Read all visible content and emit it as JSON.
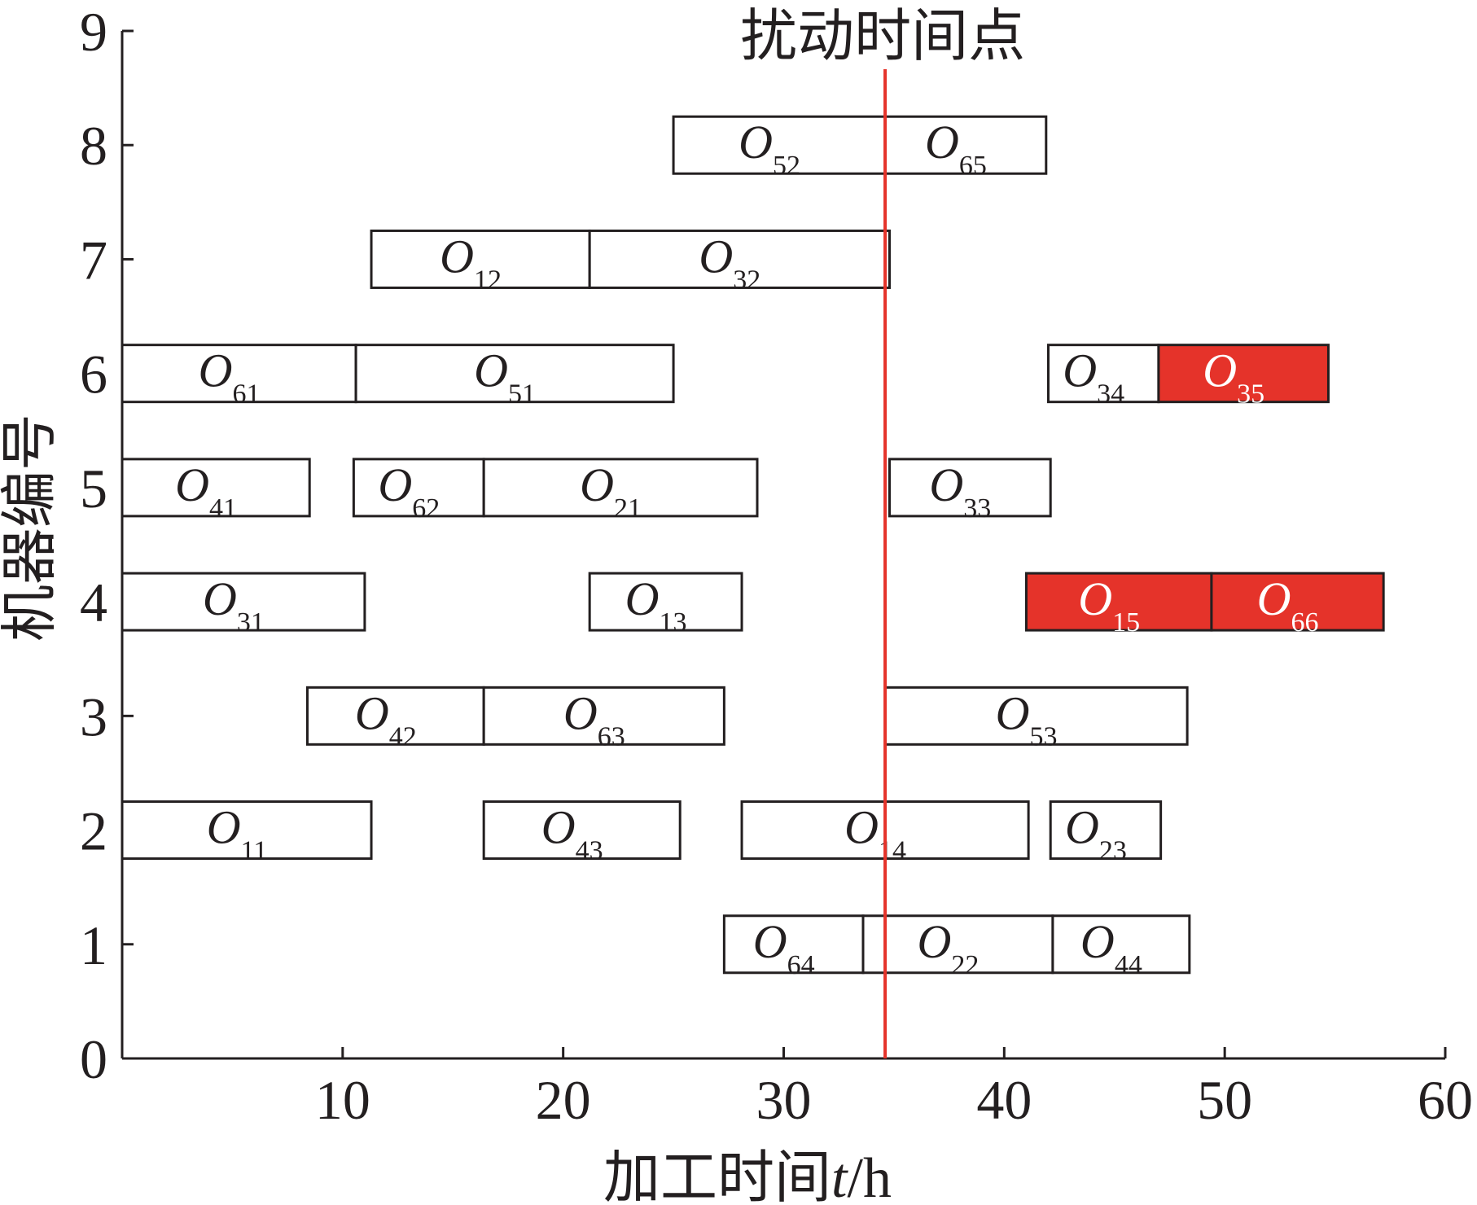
{
  "chart_data": {
    "type": "gantt",
    "xlabel_main": "加工时间",
    "xlabel_var": "t",
    "xlabel_unit": "/h",
    "ylabel": "机器编号",
    "xlim": [
      0,
      60
    ],
    "ylim": [
      0,
      9
    ],
    "xticks": [
      "10",
      "20",
      "30",
      "40",
      "50",
      "60"
    ],
    "xtick_values": [
      10,
      20,
      30,
      40,
      50,
      60
    ],
    "yticks": [
      "0",
      "1",
      "2",
      "3",
      "4",
      "5",
      "6",
      "7",
      "8",
      "9"
    ],
    "grid": false,
    "disturbance": {
      "x": 34.6,
      "label": "扰动时间点",
      "color": "#e5332a"
    },
    "operation_letter": "O",
    "colors": {
      "normal": "#ffffff",
      "affected": "#e5332a",
      "border": "#231f20"
    },
    "operations": [
      {
        "machine": 8,
        "start": 25.0,
        "end": 34.6,
        "job": "52",
        "affected": false
      },
      {
        "machine": 8,
        "start": 34.6,
        "end": 41.9,
        "job": "65",
        "affected": false
      },
      {
        "machine": 7,
        "start": 11.3,
        "end": 21.2,
        "job": "12",
        "affected": false
      },
      {
        "machine": 7,
        "start": 21.2,
        "end": 34.8,
        "job": "32",
        "affected": false
      },
      {
        "machine": 6,
        "start": 0.0,
        "end": 10.6,
        "job": "61",
        "affected": false
      },
      {
        "machine": 6,
        "start": 10.6,
        "end": 25.0,
        "job": "51",
        "affected": false
      },
      {
        "machine": 6,
        "start": 42.0,
        "end": 47.0,
        "job": "34",
        "affected": false
      },
      {
        "machine": 6,
        "start": 47.0,
        "end": 54.7,
        "job": "35",
        "affected": true
      },
      {
        "machine": 5,
        "start": 0.0,
        "end": 8.5,
        "job": "41",
        "affected": false
      },
      {
        "machine": 5,
        "start": 10.5,
        "end": 16.4,
        "job": "62",
        "affected": false
      },
      {
        "machine": 5,
        "start": 16.4,
        "end": 28.8,
        "job": "21",
        "affected": false
      },
      {
        "machine": 5,
        "start": 34.8,
        "end": 42.1,
        "job": "33",
        "affected": false
      },
      {
        "machine": 4,
        "start": 0.0,
        "end": 11.0,
        "job": "31",
        "affected": false
      },
      {
        "machine": 4,
        "start": 21.2,
        "end": 28.1,
        "job": "13",
        "affected": false
      },
      {
        "machine": 4,
        "start": 41.0,
        "end": 49.4,
        "job": "15",
        "affected": true
      },
      {
        "machine": 4,
        "start": 49.4,
        "end": 57.2,
        "job": "66",
        "affected": true
      },
      {
        "machine": 3,
        "start": 8.4,
        "end": 16.4,
        "job": "42",
        "affected": false
      },
      {
        "machine": 3,
        "start": 16.4,
        "end": 27.3,
        "job": "63",
        "affected": false
      },
      {
        "machine": 3,
        "start": 34.6,
        "end": 48.3,
        "job": "53",
        "affected": false
      },
      {
        "machine": 2,
        "start": 0.0,
        "end": 11.3,
        "job": "11",
        "affected": false
      },
      {
        "machine": 2,
        "start": 16.4,
        "end": 25.3,
        "job": "43",
        "affected": false
      },
      {
        "machine": 2,
        "start": 28.1,
        "end": 41.1,
        "job": "14",
        "affected": false
      },
      {
        "machine": 2,
        "start": 42.1,
        "end": 47.1,
        "job": "23",
        "affected": false
      },
      {
        "machine": 1,
        "start": 27.3,
        "end": 33.6,
        "job": "64",
        "affected": false
      },
      {
        "machine": 1,
        "start": 33.6,
        "end": 42.2,
        "job": "22",
        "affected": false
      },
      {
        "machine": 1,
        "start": 42.2,
        "end": 48.4,
        "job": "44",
        "affected": false
      }
    ]
  }
}
